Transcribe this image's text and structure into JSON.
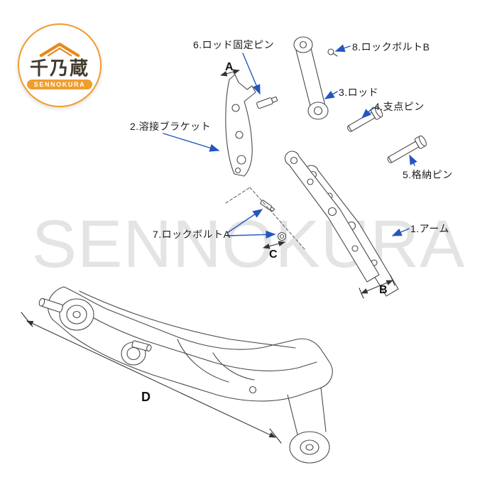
{
  "page": {
    "background": "#ffffff"
  },
  "logo": {
    "brand_jp": "千乃蔵",
    "brand_en": "SENNOKURA",
    "ring_color": "#f09d2f",
    "band_color": "#f09d2f",
    "roof_color": "#e8881c",
    "text_color": "#423a2e"
  },
  "watermark": {
    "text": "SENNOKURA",
    "color": "#e4e4e4"
  },
  "callouts": {
    "part1": "1.アーム",
    "part2": "2.溶接ブラケット",
    "part3": "3.ロッド",
    "part4": "4.支点ピン",
    "part5": "5.格納ピン",
    "part6": "6.ロッド固定ピン",
    "part7": "7.ロックボルトA",
    "part8": "8.ロックボルトB"
  },
  "dimensions": {
    "a": "A",
    "b": "B",
    "c": "C",
    "d": "D"
  },
  "colors": {
    "arrow": "#2456c0",
    "drawing_line": "#4a4a4a",
    "dimension_line": "#333333"
  }
}
